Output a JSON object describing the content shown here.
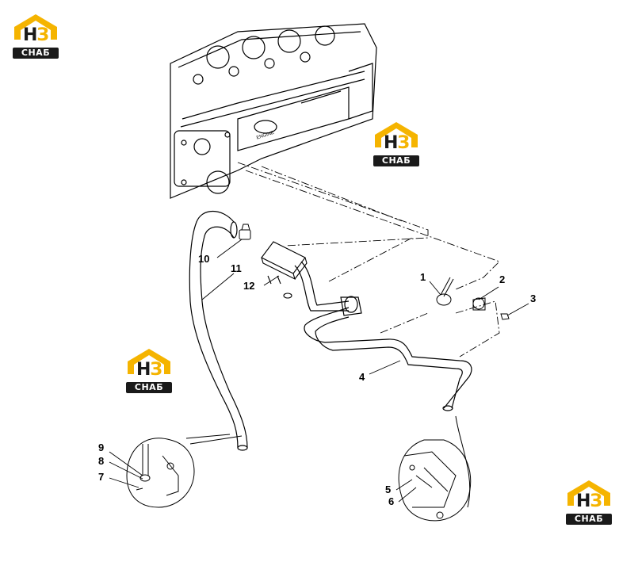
{
  "watermark": {
    "mark_main": "Н",
    "mark_accent": "З",
    "plate_text": "СНАБ",
    "accent_color": "#f5b400",
    "dark_color": "#1a1a1a"
  },
  "callouts": {
    "c1": "1",
    "c2": "2",
    "c3": "3",
    "c4": "4",
    "c5": "5",
    "c6": "6",
    "c7": "7",
    "c8": "8",
    "c9": "9",
    "c10": "10",
    "c11": "11",
    "c12": "12"
  },
  "engine_badge": "ENGINE"
}
